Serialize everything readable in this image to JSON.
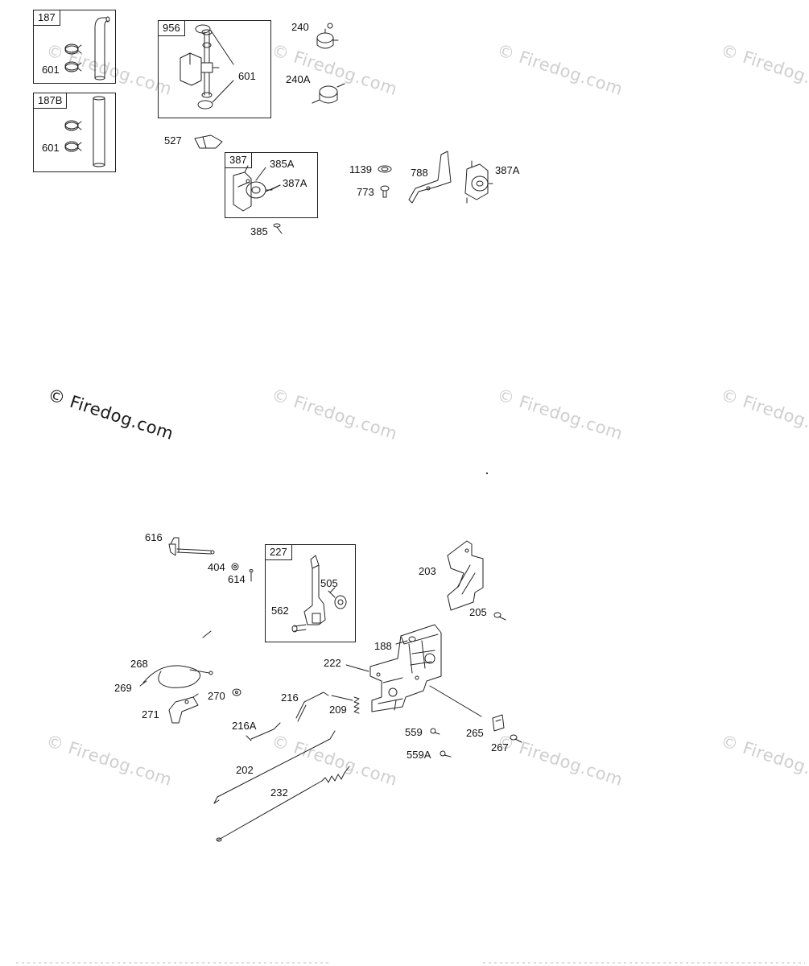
{
  "watermark_text": "© Firedog.com",
  "boxed_groups": [
    {
      "tag": "187"
    },
    {
      "tag": "187B"
    },
    {
      "tag": "956"
    },
    {
      "tag": "387"
    },
    {
      "tag": "227"
    }
  ],
  "part_labels": [
    "601",
    "601",
    "601",
    "240",
    "240A",
    "527",
    "385A",
    "387A",
    "385",
    "1139",
    "773",
    "788",
    "387A",
    "616",
    "404",
    "614",
    "505",
    "562",
    "203",
    "205",
    "188",
    "222",
    "268",
    "269",
    "270",
    "271",
    "216",
    "209",
    "216A",
    "202",
    "232",
    "559",
    "559A",
    "265",
    "267"
  ]
}
